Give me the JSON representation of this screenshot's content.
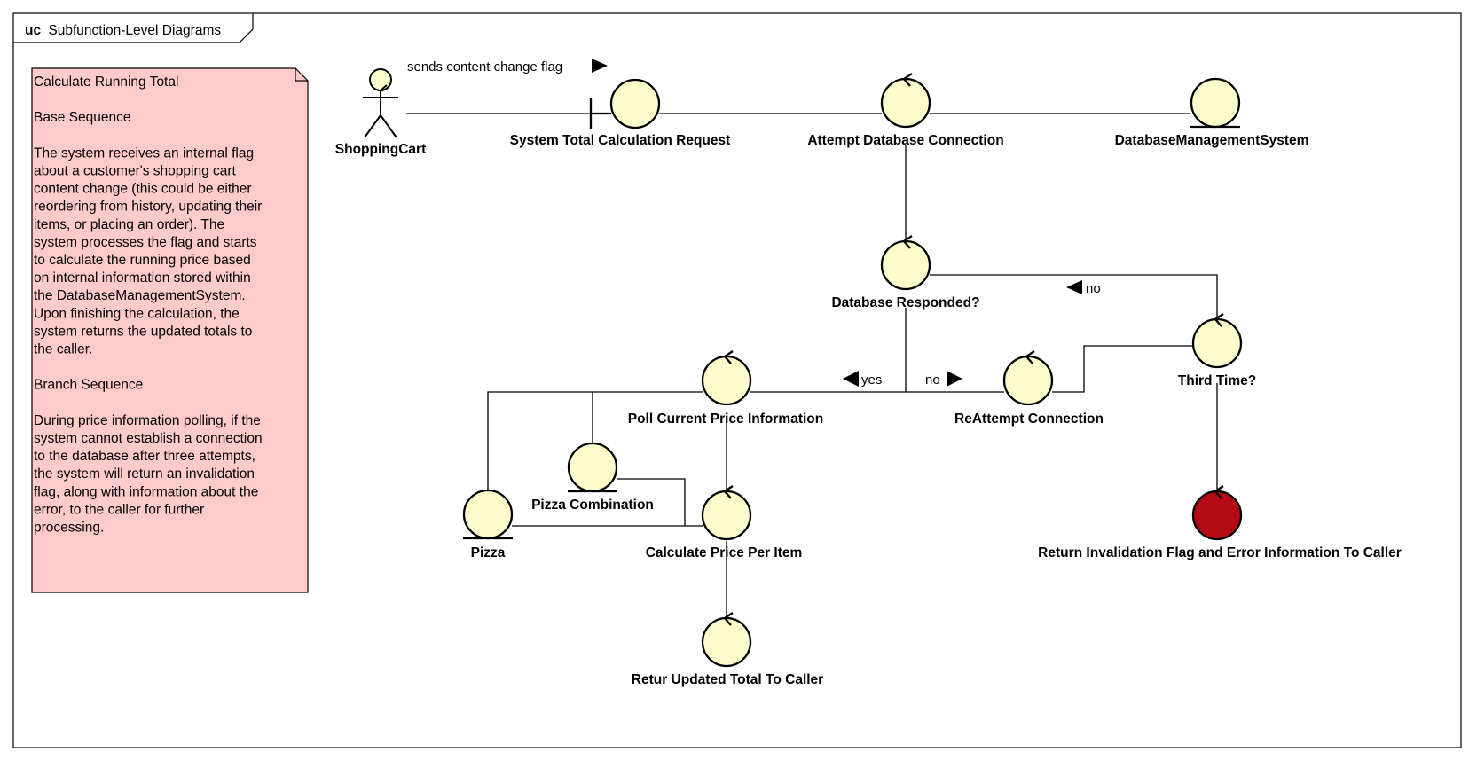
{
  "frame": {
    "keyword": "uc",
    "title": "Subfunction-Level Diagrams"
  },
  "note": {
    "lines": [
      "Calculate Running Total",
      "",
      "Base Sequence",
      "",
      "The system receives an internal flag",
      "about a customer's shopping cart",
      "content change (this could be either",
      "reordering from history, updating their",
      "items, or placing an order). The",
      "system processes the flag and starts",
      "to calculate the running price based",
      "on internal information stored within",
      "the DatabaseManagementSystem.",
      "Upon finishing the calculation, the",
      "system returns the updated totals to",
      "the caller.",
      "",
      "Branch Sequence",
      "",
      "During price information polling, if the",
      "system cannot establish a connection",
      "to the database after three attempts,",
      "the system will return an invalidation",
      "flag, along with information about the",
      "error, to the caller for further",
      "processing."
    ]
  },
  "elements": {
    "shopping_cart": {
      "label": "ShoppingCart",
      "kind": "actor"
    },
    "system_total_request": {
      "label": "System Total Calculation Request",
      "kind": "boundary"
    },
    "attempt_db_connection": {
      "label": "Attempt Database Connection",
      "kind": "control"
    },
    "dbms": {
      "label": "DatabaseManagementSystem",
      "kind": "entity"
    },
    "db_responded": {
      "label": "Database Responded?",
      "kind": "control"
    },
    "third_time": {
      "label": "Third Time?",
      "kind": "control"
    },
    "poll_price": {
      "label": "Poll Current Price Information",
      "kind": "control"
    },
    "reattempt": {
      "label": "ReAttempt Connection",
      "kind": "control"
    },
    "pizza_combination": {
      "label": "Pizza Combination",
      "kind": "entity"
    },
    "pizza": {
      "label": "Pizza",
      "kind": "entity"
    },
    "calc_price_item": {
      "label": "Calculate Price Per Item",
      "kind": "control"
    },
    "return_invalidation": {
      "label": "Return Invalidation Flag and Error Information To Caller",
      "kind": "control",
      "color": "#b50a14"
    },
    "return_total": {
      "label": "Retur Updated Total To Caller",
      "kind": "control"
    }
  },
  "connector_labels": {
    "sends_flag": "sends content change flag",
    "no_top": "no",
    "yes": "yes",
    "no_mid": "no"
  },
  "colors": {
    "element_fill": "#fdfdcc",
    "note_fill": "#ffcaca",
    "terminal_fill": "#b50a14"
  }
}
